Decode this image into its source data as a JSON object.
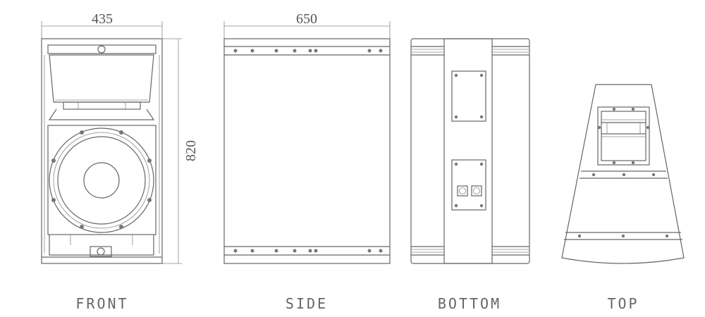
{
  "dimensions": {
    "front_width": "435",
    "side_width": "650",
    "height": "820"
  },
  "views": {
    "front": "FRONT",
    "side": "SIDE",
    "bottom": "BOTTOM",
    "top": "TOP"
  }
}
